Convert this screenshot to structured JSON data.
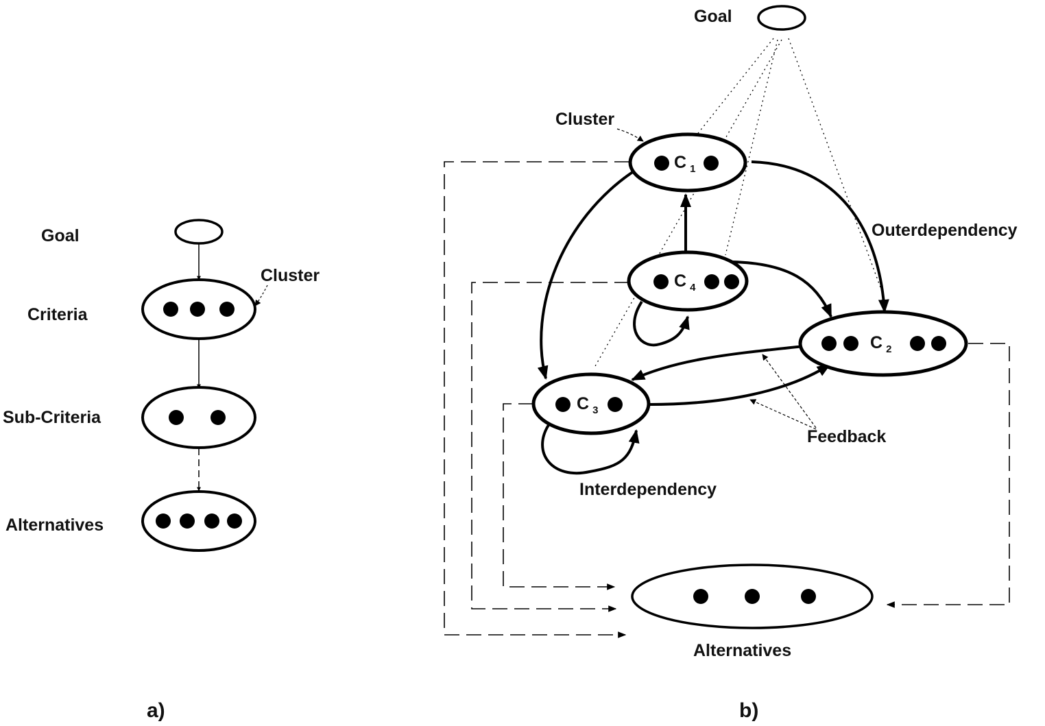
{
  "panel_a": {
    "label": "a)",
    "goal_label": "Goal",
    "cluster_label": "Cluster",
    "levels": [
      {
        "label": "Criteria",
        "elements": 3
      },
      {
        "label": "Sub-Criteria",
        "elements": 2
      },
      {
        "label": "Alternatives",
        "elements": 4
      }
    ]
  },
  "panel_b": {
    "label": "b)",
    "goal_label": "Goal",
    "cluster_label": "Cluster",
    "outer_label": "Outerdependency",
    "feedback_label": "Feedback",
    "inter_label": "Interdependency",
    "alternatives_label": "Alternatives",
    "clusters": [
      {
        "id": "c1",
        "letter": "C",
        "sub": "1"
      },
      {
        "id": "c2",
        "letter": "C",
        "sub": "2"
      },
      {
        "id": "c3",
        "letter": "C",
        "sub": "3"
      },
      {
        "id": "c4",
        "letter": "C",
        "sub": "4"
      }
    ]
  }
}
